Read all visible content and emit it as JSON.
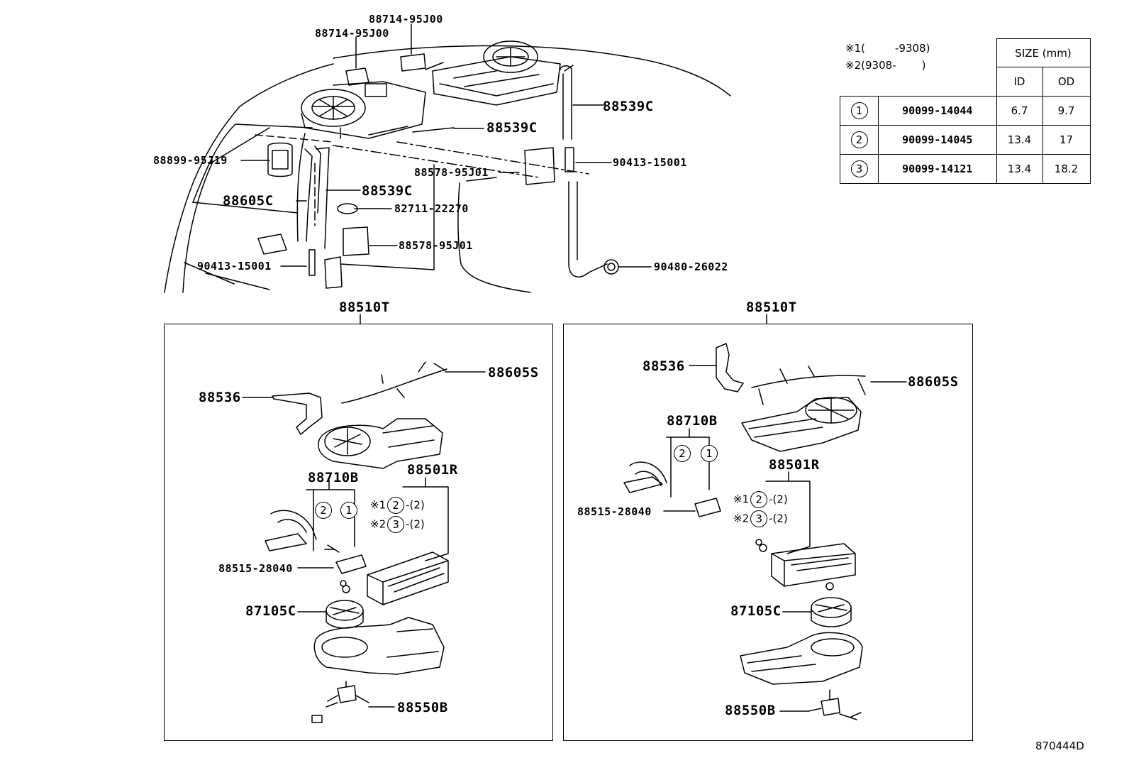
{
  "diagram": {
    "top_labels": [
      {
        "id": "c1",
        "text": "88714-95J00"
      },
      {
        "id": "c2",
        "text": "88714-95J00"
      },
      {
        "id": "c3",
        "text": "88539C"
      },
      {
        "id": "c4",
        "text": "88539C"
      },
      {
        "id": "c5",
        "text": "88899-95J19"
      },
      {
        "id": "c6",
        "text": "88578-95J01"
      },
      {
        "id": "c7",
        "text": "90413-15001"
      },
      {
        "id": "c8",
        "text": "88605C"
      },
      {
        "id": "c9",
        "text": "88539C"
      },
      {
        "id": "c10",
        "text": "82711-22270"
      },
      {
        "id": "c11",
        "text": "88578-95J01"
      },
      {
        "id": "c12",
        "text": "90413-15001"
      },
      {
        "id": "c13",
        "text": "90480-26022"
      }
    ],
    "notes": {
      "n1_prefix": "※1",
      "n1_paren_open": "(",
      "n1_range": "-9308)",
      "n2_prefix": "※2",
      "n2_range": "(9308-",
      "n2_paren_close": ")"
    },
    "size_table": {
      "header": "SIZE (mm)",
      "col_id": "ID",
      "col_od": "OD",
      "rows": [
        {
          "no": "1",
          "part": "90099-14044",
          "id": "6.7",
          "od": "9.7"
        },
        {
          "no": "2",
          "part": "90099-14045",
          "id": "13.4",
          "od": "17"
        },
        {
          "no": "3",
          "part": "90099-14121",
          "id": "13.4",
          "od": "18.2"
        }
      ]
    },
    "panels": [
      {
        "title": "88510T",
        "labels": {
          "harness": "88605S",
          "bracket": "88536",
          "valve_set": "88710B",
          "evaporator": "88501R",
          "exp_valve": "88515-28040",
          "blower": "87105C",
          "motor": "88550B"
        },
        "callouts": [
          {
            "mark": "※1",
            "circle": "2",
            "qty": "-(2)"
          },
          {
            "mark": "※2",
            "circle": "3",
            "qty": "-(2)"
          }
        ],
        "valve_circles": [
          "2",
          "1"
        ]
      },
      {
        "title": "88510T",
        "labels": {
          "harness": "88605S",
          "bracket": "88536",
          "valve_set": "88710B",
          "evaporator": "88501R",
          "exp_valve": "88515-28040",
          "blower": "87105C",
          "motor": "88550B"
        },
        "callouts": [
          {
            "mark": "※1",
            "circle": "2",
            "qty": "-(2)"
          },
          {
            "mark": "※2",
            "circle": "3",
            "qty": "-(2)"
          }
        ],
        "valve_circles": [
          "2",
          "1"
        ]
      }
    ],
    "figure_id": "870444D"
  }
}
